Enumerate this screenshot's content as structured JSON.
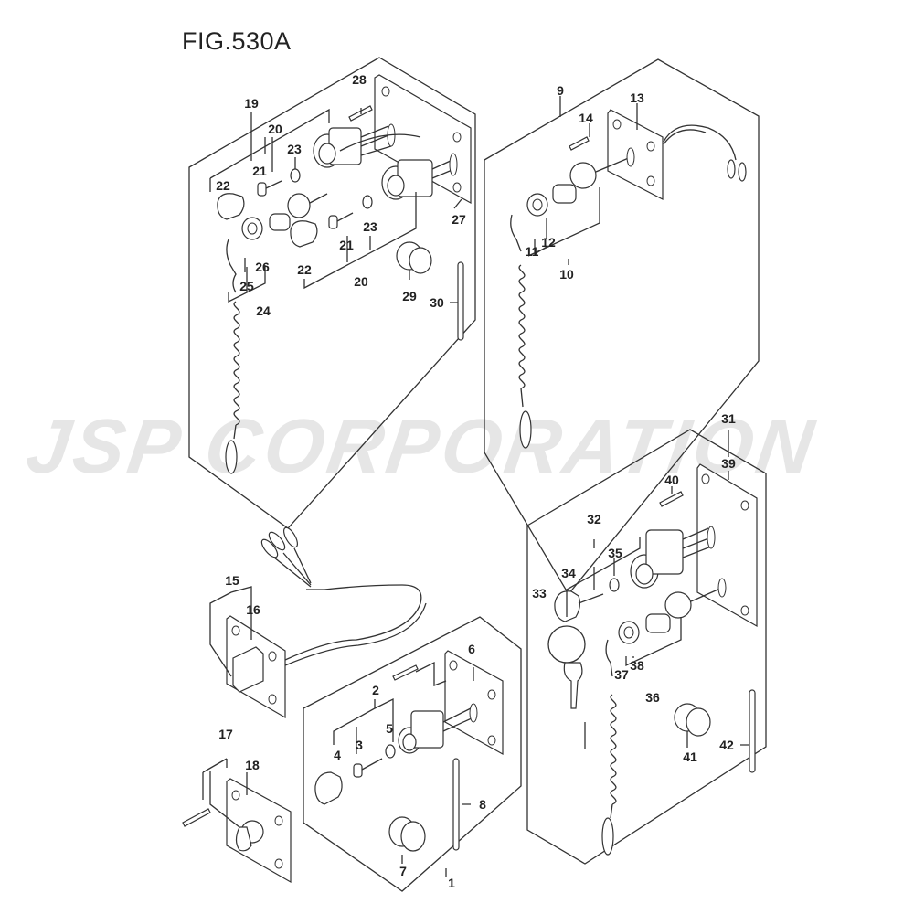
{
  "figure": {
    "title": "FIG.530A",
    "watermark": "JSP CORPORATION"
  },
  "groups": [
    {
      "name": "switch-panel-19",
      "labels": [
        "19",
        "20",
        "21",
        "22",
        "23",
        "24",
        "25",
        "26",
        "27",
        "28",
        "29",
        "30"
      ]
    },
    {
      "name": "stop-switch-9",
      "labels": [
        "9",
        "10",
        "11",
        "12",
        "13",
        "14"
      ]
    },
    {
      "name": "ignition-panel-31",
      "labels": [
        "31",
        "32",
        "33",
        "34",
        "35",
        "36",
        "37",
        "38",
        "39",
        "40",
        "41",
        "42"
      ]
    },
    {
      "name": "switch-15",
      "labels": [
        "15",
        "16"
      ]
    },
    {
      "name": "switch-17",
      "labels": [
        "17",
        "18"
      ]
    },
    {
      "name": "key-switch-1",
      "labels": [
        "1",
        "2",
        "3",
        "4",
        "5",
        "6",
        "7",
        "8"
      ]
    }
  ],
  "labels": {
    "l1": "1",
    "l2": "2",
    "l3": "3",
    "l4": "4",
    "l5": "5",
    "l6": "6",
    "l7": "7",
    "l8": "8",
    "l9": "9",
    "l10": "10",
    "l11": "11",
    "l12": "12",
    "l13": "13",
    "l14": "14",
    "l15": "15",
    "l16": "16",
    "l17": "17",
    "l18": "18",
    "l19": "19",
    "l20a": "20",
    "l20b": "20",
    "l21a": "21",
    "l21b": "21",
    "l22a": "22",
    "l22b": "22",
    "l23a": "23",
    "l23b": "23",
    "l24": "24",
    "l25": "25",
    "l26": "26",
    "l27": "27",
    "l28": "28",
    "l29": "29",
    "l30": "30",
    "l31": "31",
    "l32": "32",
    "l33": "33",
    "l34": "34",
    "l35": "35",
    "l36": "36",
    "l37": "37",
    "l38": "38",
    "l39": "39",
    "l40": "40",
    "l41": "41",
    "l42": "42"
  }
}
